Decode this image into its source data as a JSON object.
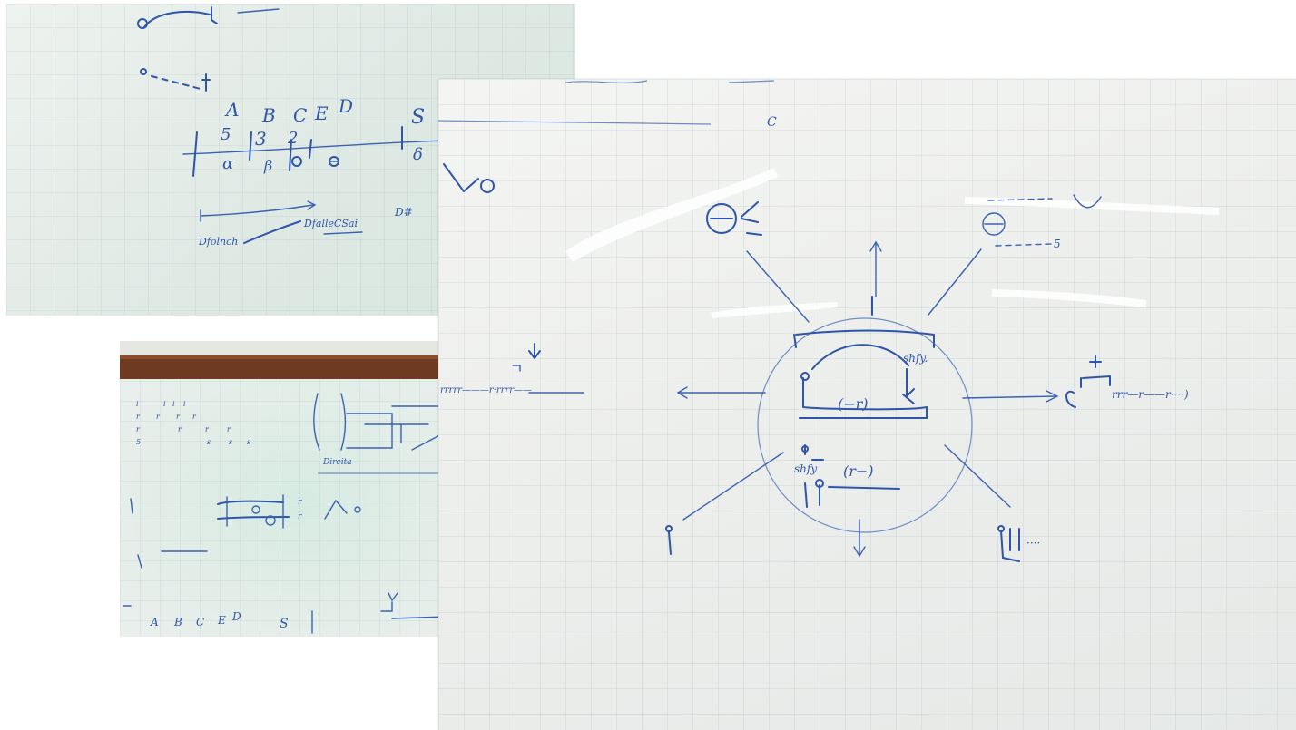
{
  "photos": {
    "top_left": {
      "letters": [
        "A",
        "B",
        "C",
        "E",
        "D",
        "S"
      ],
      "digits": [
        "5",
        "3",
        "2"
      ],
      "greek": [
        "α",
        "β",
        "δ"
      ],
      "notes": [
        "Dfolnch",
        "DfalleCSai",
        "D#"
      ]
    },
    "bottom_left": {
      "labels": [
        "Direita",
        "C"
      ],
      "letters": [
        "A",
        "B",
        "C",
        "E",
        "D",
        "S"
      ]
    },
    "main": {
      "label_c": "C",
      "label_shift_top": "shfy.",
      "label_shift_bottom": "shfy",
      "paren_top": "(−r)",
      "paren_bottom": "(r−)",
      "sequence_left": "rrrrr———r·rrrr——",
      "sequence_right": "rrr—r——r····)",
      "label_dots": "····"
    }
  }
}
